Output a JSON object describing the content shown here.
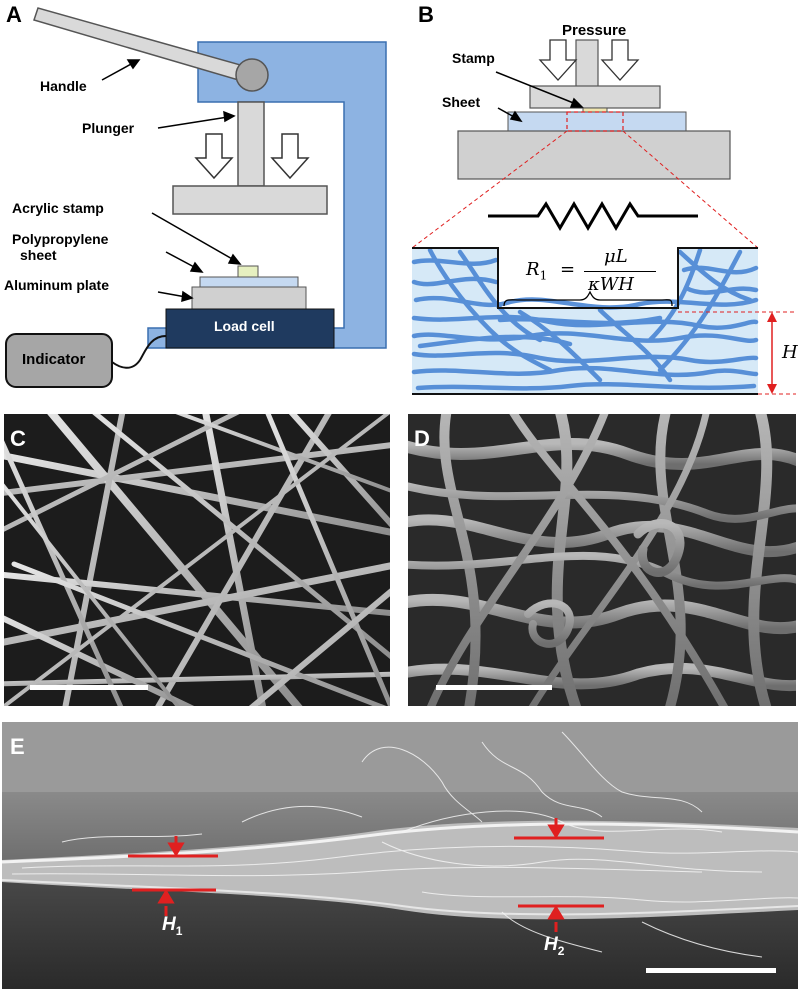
{
  "panels": {
    "a": "A",
    "b": "B",
    "c": "C",
    "d": "D",
    "e": "E"
  },
  "panel_a": {
    "handle": "Handle",
    "plunger": "Plunger",
    "acrylic_stamp": "Acrylic stamp",
    "polypropylene_sheet_line1": "Polypropylene",
    "polypropylene_sheet_line2": "sheet",
    "aluminum_plate": "Aluminum plate",
    "load_cell": "Load cell",
    "indicator": "Indicator"
  },
  "panel_b": {
    "pressure": "Pressure",
    "stamp": "Stamp",
    "sheet": "Sheet",
    "equation_lhs": "R",
    "equation_sub": "1",
    "equation_num": "μL",
    "equation_den": "κWH",
    "height_label": "H"
  },
  "panel_e": {
    "h1": "H",
    "h1_sub": "1",
    "h2": "H",
    "h2_sub": "2"
  },
  "colors": {
    "press_blue": "#8db3e2",
    "press_outline": "#3a6fb0",
    "load_cell": "#1f3a5f",
    "metal_gray": "#d0d0d0",
    "fiber_blue": "#4a86d4",
    "marker_red": "#e02020"
  }
}
